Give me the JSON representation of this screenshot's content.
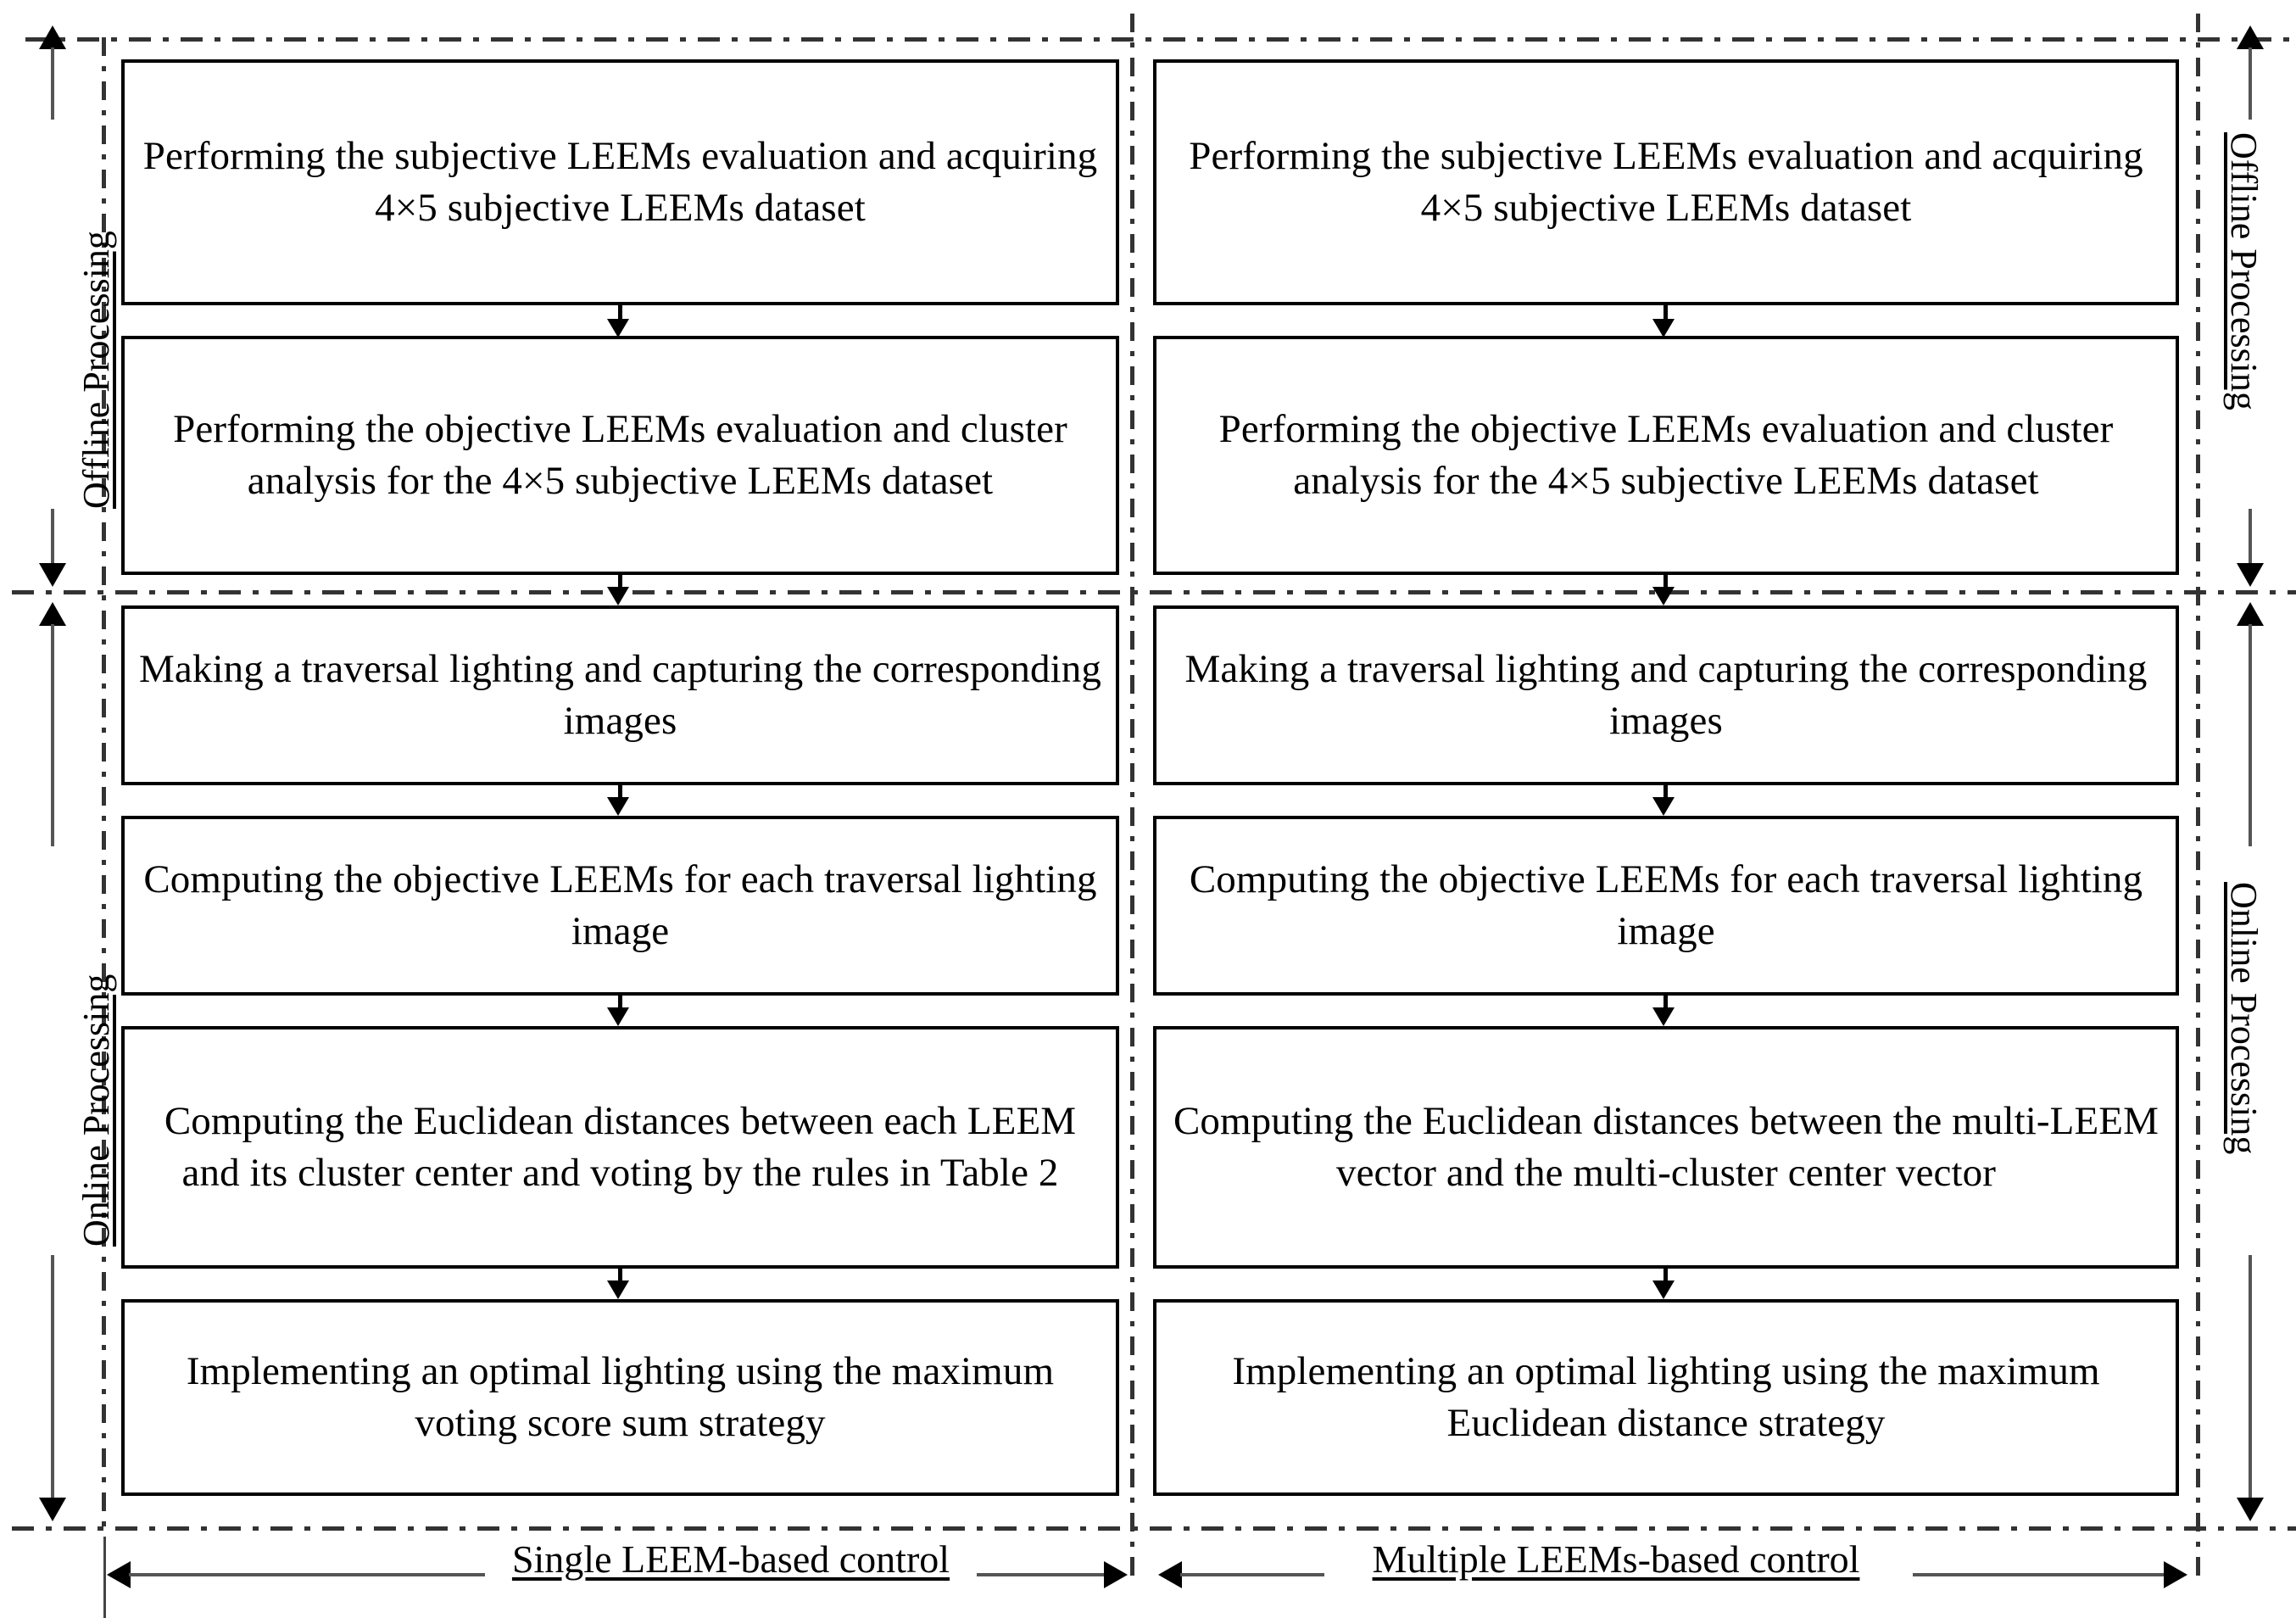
{
  "diagram": {
    "title_present": false,
    "columns": [
      {
        "id": "single",
        "footer_label": "Single LEEM-based control",
        "steps": [
          {
            "phase": "offline",
            "text": "Performing the subjective LEEMs evaluation and acquiring 4×5 subjective LEEMs dataset"
          },
          {
            "phase": "offline",
            "text": "Performing the objective LEEMs evaluation and cluster analysis for the 4×5 subjective LEEMs dataset"
          },
          {
            "phase": "online",
            "text": "Making a traversal lighting and capturing the corresponding images"
          },
          {
            "phase": "online",
            "text": "Computing the objective LEEMs for each traversal lighting image"
          },
          {
            "phase": "online",
            "text": "Computing the Euclidean distances between each LEEM and its cluster center and voting by the rules in Table 2"
          },
          {
            "phase": "online",
            "text": "Implementing an optimal lighting using the maximum voting score sum strategy"
          }
        ]
      },
      {
        "id": "multiple",
        "footer_label": "Multiple LEEMs-based control",
        "steps": [
          {
            "phase": "offline",
            "text": "Performing the subjective LEEMs evaluation and acquiring 4×5 subjective LEEMs dataset"
          },
          {
            "phase": "offline",
            "text": "Performing the objective LEEMs evaluation and cluster analysis for the 4×5 subjective LEEMs dataset"
          },
          {
            "phase": "online",
            "text": "Making a traversal lighting and capturing the corresponding images"
          },
          {
            "phase": "online",
            "text": "Computing the objective LEEMs for each traversal lighting image"
          },
          {
            "phase": "online",
            "text": "Computing the Euclidean distances between the multi-LEEM vector and the multi-cluster center vector"
          },
          {
            "phase": "online",
            "text": "Implementing an optimal lighting using the maximum Euclidean distance strategy"
          }
        ]
      }
    ],
    "side_labels": {
      "left_top": "Offline Processing",
      "left_bottom": "Online Processing",
      "right_top": "Offline Processing",
      "right_bottom": "Online Processing"
    },
    "colors": {
      "stroke": "#000000",
      "frame": "#333333",
      "rail": "#555555",
      "background": "#ffffff"
    }
  }
}
